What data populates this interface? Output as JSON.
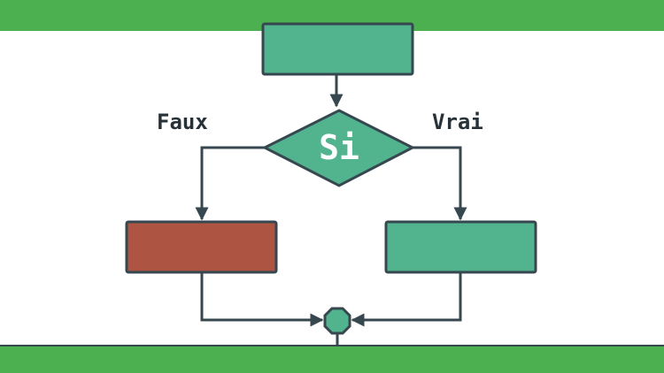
{
  "colors": {
    "band": "#4caf50",
    "band_edge": "#37474f",
    "line": "#37474f",
    "box_green": "#52b38f",
    "box_red": "#ad5442",
    "text": "#263238",
    "text_on_shape": "#ffffff"
  },
  "flowchart": {
    "decision_label": "Si",
    "false_branch_label": "Faux",
    "true_branch_label": "Vrai"
  }
}
